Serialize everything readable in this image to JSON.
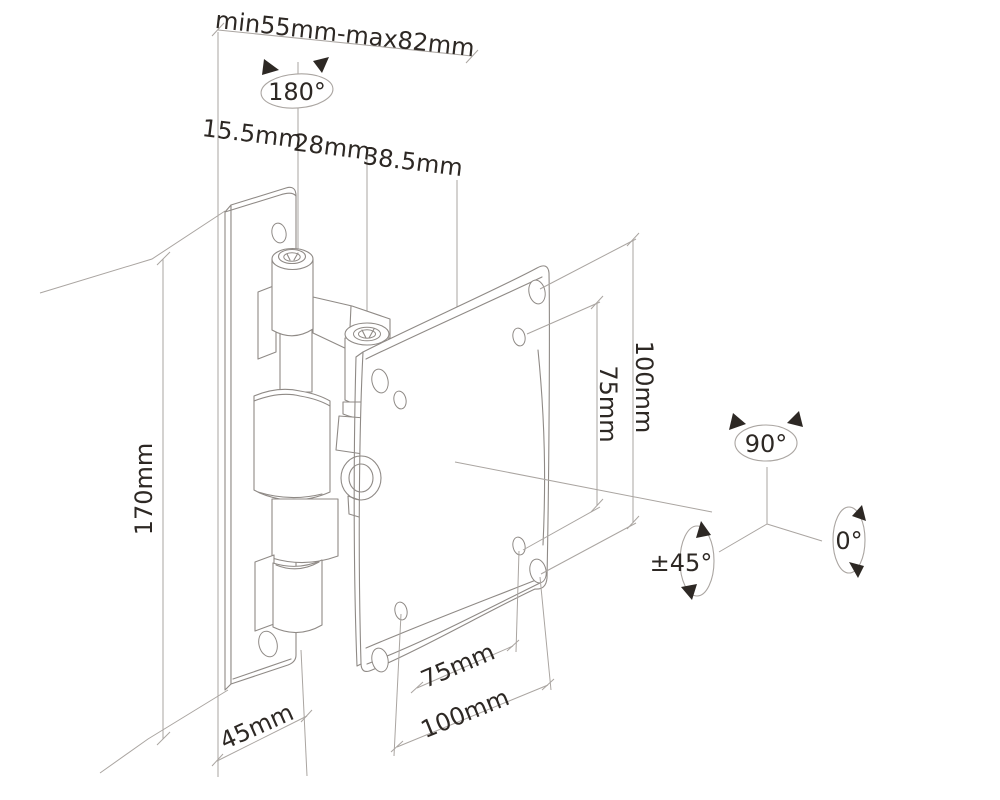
{
  "labels": {
    "arm_range": "min55mm-max82mm",
    "swivel_angle": "180°",
    "offset_wall_to_hinge": "15.5mm",
    "offset_hinge_to_pivot": "28mm",
    "offset_pivot_to_plate": "38.5mm",
    "plate_height": "170mm",
    "vesa_vertical_75": "75mm",
    "vesa_vertical_100": "100mm",
    "rotation_up": "90°",
    "rotation_side": "±45°",
    "rotation_zero": "0°",
    "depth": "45mm",
    "vesa_horizontal_75": "75mm",
    "vesa_horizontal_100": "100mm"
  },
  "colors": {
    "background": "#ffffff",
    "line": "#8f8a86",
    "dimension_line": "#aaa5a1",
    "text": "#2d2824"
  }
}
